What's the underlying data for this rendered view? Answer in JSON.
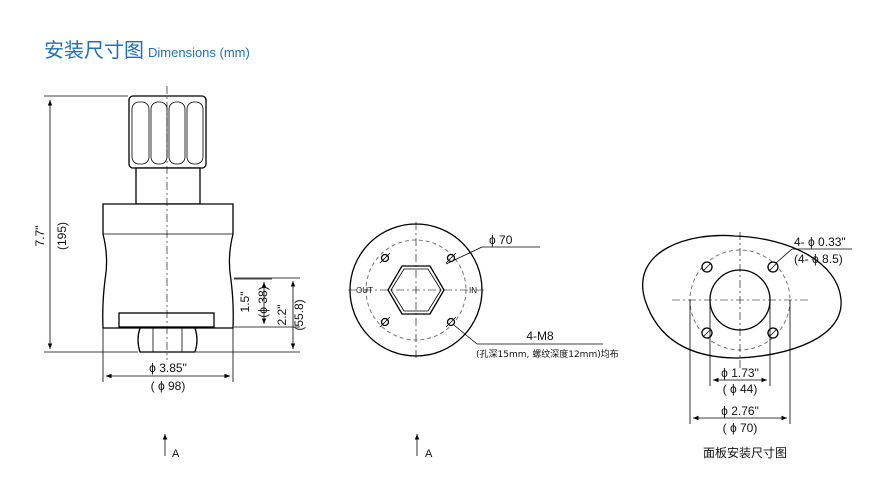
{
  "header": {
    "title_zh": "安装尺寸图",
    "title_en": "Dimensions (mm)"
  },
  "side_view": {
    "height_in": "7.7\"",
    "height_mm": "(195)",
    "port_height_in": "1.5\"",
    "port_height_mm": "(ϕ 38)",
    "base_height_in": "2.2\"",
    "base_height_mm": "(55.8)",
    "diameter_in": "ϕ 3.85\"",
    "diameter_mm": "( ϕ 98)",
    "view_arrow_label": "A"
  },
  "bottom_view": {
    "bolt_circle": "ϕ 70",
    "port_out": "OUT",
    "port_in": "IN",
    "thread": "4-M8",
    "thread_note": "(孔深15mm, 螺纹深度12mm)均布",
    "view_arrow_label": "A"
  },
  "panel_view": {
    "holes_in": "4- ϕ 0.33\"",
    "holes_mm": "(4- ϕ 8.5)",
    "cutout_in": "ϕ 1.73\"",
    "cutout_mm": "( ϕ 44)",
    "bolt_circle_in": "ϕ 2.76\"",
    "bolt_circle_mm": "( ϕ 70)",
    "caption": "面板安装尺寸图"
  }
}
